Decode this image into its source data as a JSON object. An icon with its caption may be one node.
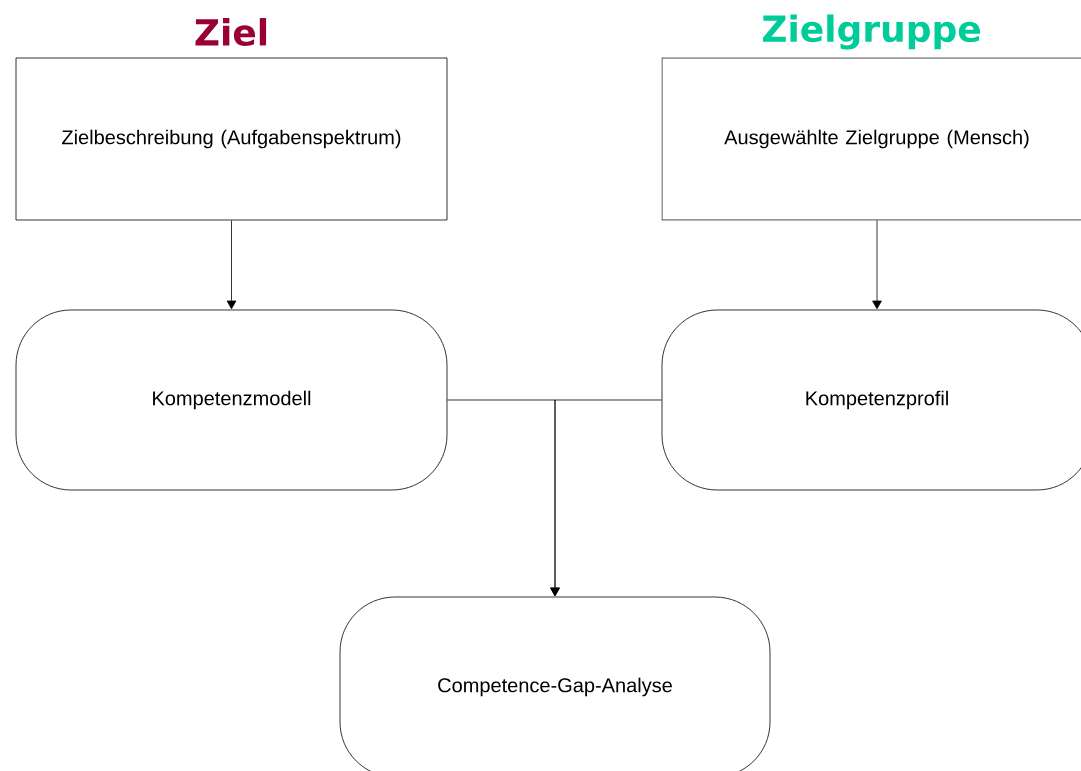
{
  "diagram": {
    "nodes": [
      {
        "text": [
          "Ziel",
          "Zielbeschreibung (Aufgabenspektrum)"
        ]
      },
      {
        "text": [
          "Zielgruppe",
          "Ausgewählte Zielgruppe (Mensch)"
        ]
      },
      {
        "text": [
          "Kompetenzmodell"
        ]
      },
      {
        "text": [
          "Kompetenzprofil"
        ]
      },
      {
        "text": [
          "Competence-Gap-Analyse"
        ]
      }
    ],
    "edges": [
      {
        "from": 0,
        "to": 2,
        "arrow": "to"
      },
      {
        "from": 1,
        "to": 3,
        "arrow": "to"
      },
      {
        "from": 2,
        "to": 4,
        "arrow": "to"
      },
      {
        "from": 3,
        "to": 4,
        "arrow": "to"
      }
    ]
  }
}
